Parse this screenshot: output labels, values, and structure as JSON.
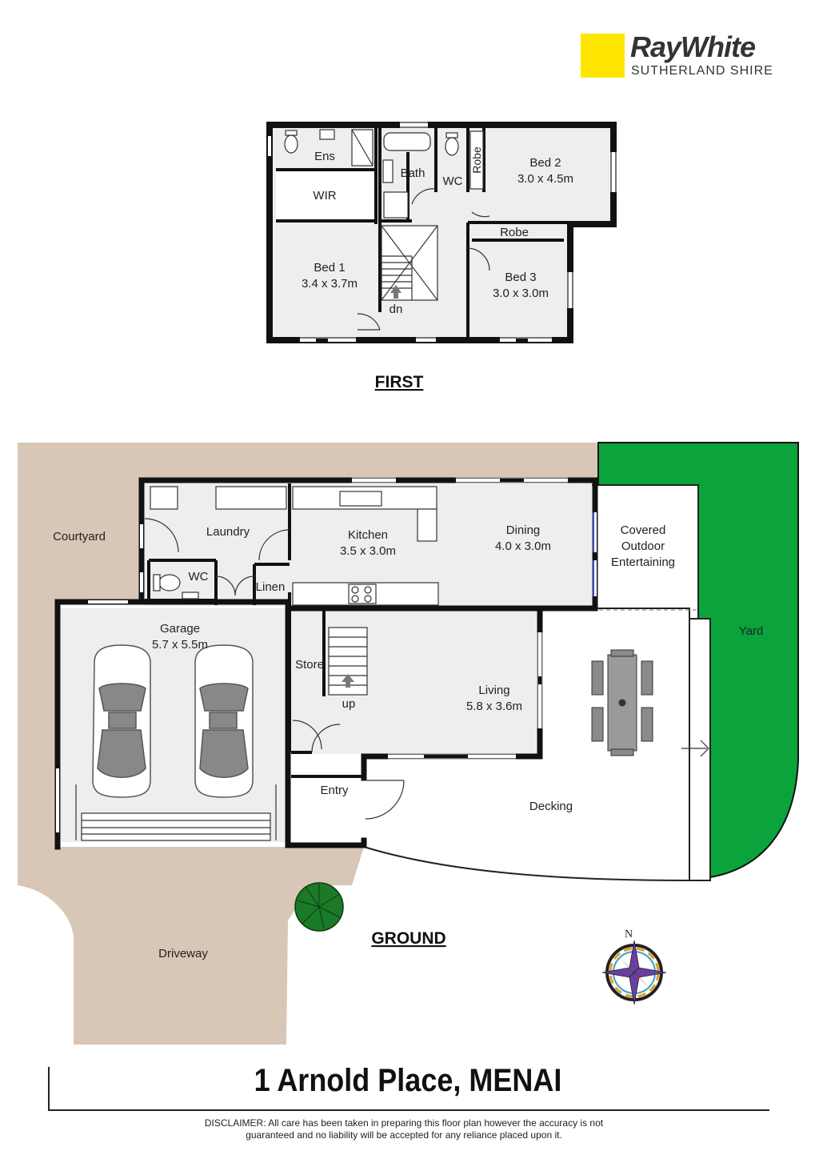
{
  "logo": {
    "brand": "RayWhite",
    "office": "SUTHERLAND SHIRE"
  },
  "first_floor": {
    "title": "FIRST",
    "rooms": {
      "ens": "Ens",
      "bath": "Bath",
      "wc": "WC",
      "robe_upper": "Robe",
      "bed2_name": "Bed 2",
      "bed2_size": "3.0 x 4.5m",
      "wir": "WIR",
      "robe_lower": "Robe",
      "bed1_name": "Bed 1",
      "bed1_size": "3.4 x 3.7m",
      "bed3_name": "Bed 3",
      "bed3_size": "3.0 x 3.0m",
      "stair": "dn"
    }
  },
  "ground_floor": {
    "title": "GROUND",
    "rooms": {
      "courtyard": "Courtyard",
      "laundry": "Laundry",
      "wc": "WC",
      "linen": "Linen",
      "kitchen_name": "Kitchen",
      "kitchen_size": "3.5 x 3.0m",
      "dining_name": "Dining",
      "dining_size": "4.0 x 3.0m",
      "outdoor_1": "Covered",
      "outdoor_2": "Outdoor",
      "outdoor_3": "Entertaining",
      "yard": "Yard",
      "garage_name": "Garage",
      "garage_size": "5.7 x 5.5m",
      "store": "Store",
      "stair": "up",
      "living_name": "Living",
      "living_size": "5.8 x 3.6m",
      "entry": "Entry",
      "decking": "Decking",
      "driveway": "Driveway"
    }
  },
  "compass": {
    "north": "N"
  },
  "address": "1 Arnold Place, MENAI",
  "disclaimer_line1": "DISCLAIMER: All care has been taken in preparing this floor plan however the accuracy is not",
  "disclaimer_line2": "guaranteed and no liability will be accepted for any reliance placed upon it.",
  "colors": {
    "wall": "#111111",
    "room_fill": "#eeeeee",
    "ground_tan": "#d8c6b6",
    "yard_green": "#0aa33c",
    "logo_yellow": "#ffe600"
  }
}
